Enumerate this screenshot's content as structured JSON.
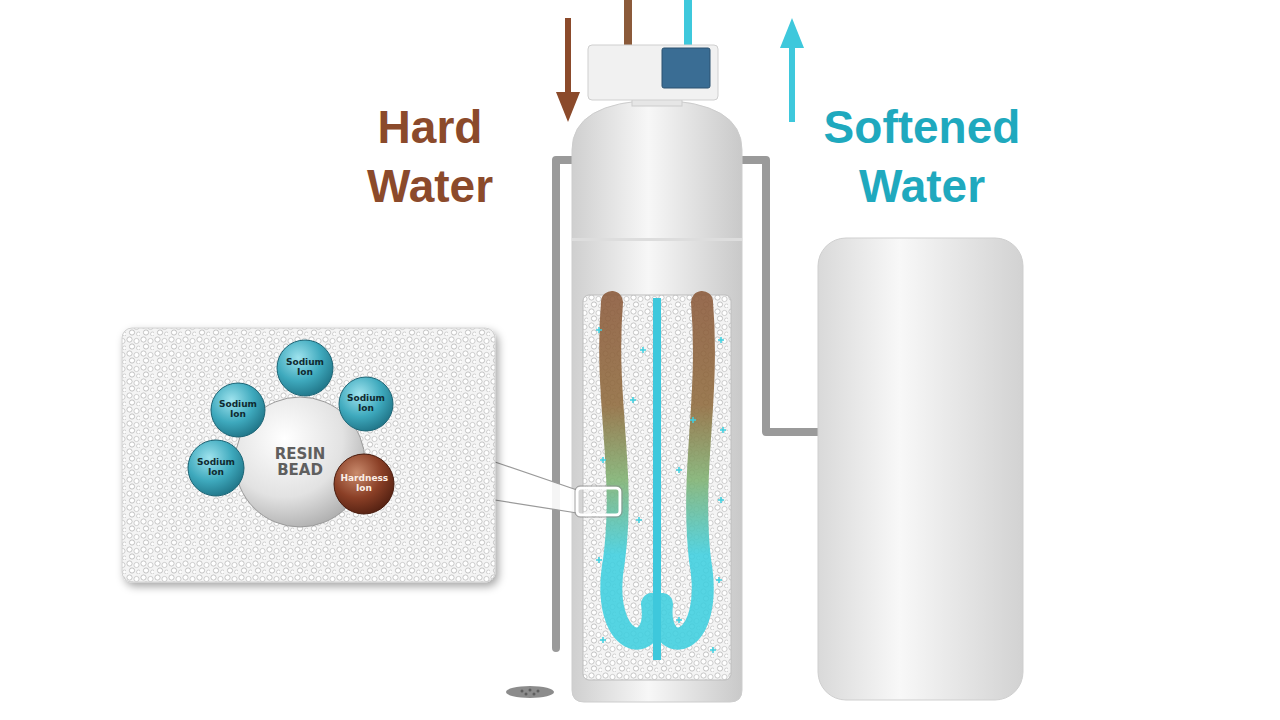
{
  "diagram": {
    "nodes": [
      {
        "text": [
          "RESIN BEAD"
        ]
      },
      {
        "text": [
          "Sodium Ion"
        ]
      },
      {
        "text": [
          "Sodium Ion"
        ]
      },
      {
        "text": [
          "Sodium Ion"
        ]
      },
      {
        "text": [
          "Sodium Ion"
        ]
      },
      {
        "text": [
          "Hardness Ion"
        ]
      }
    ],
    "labels": [
      "Hard Water",
      "Softened Water"
    ]
  }
}
